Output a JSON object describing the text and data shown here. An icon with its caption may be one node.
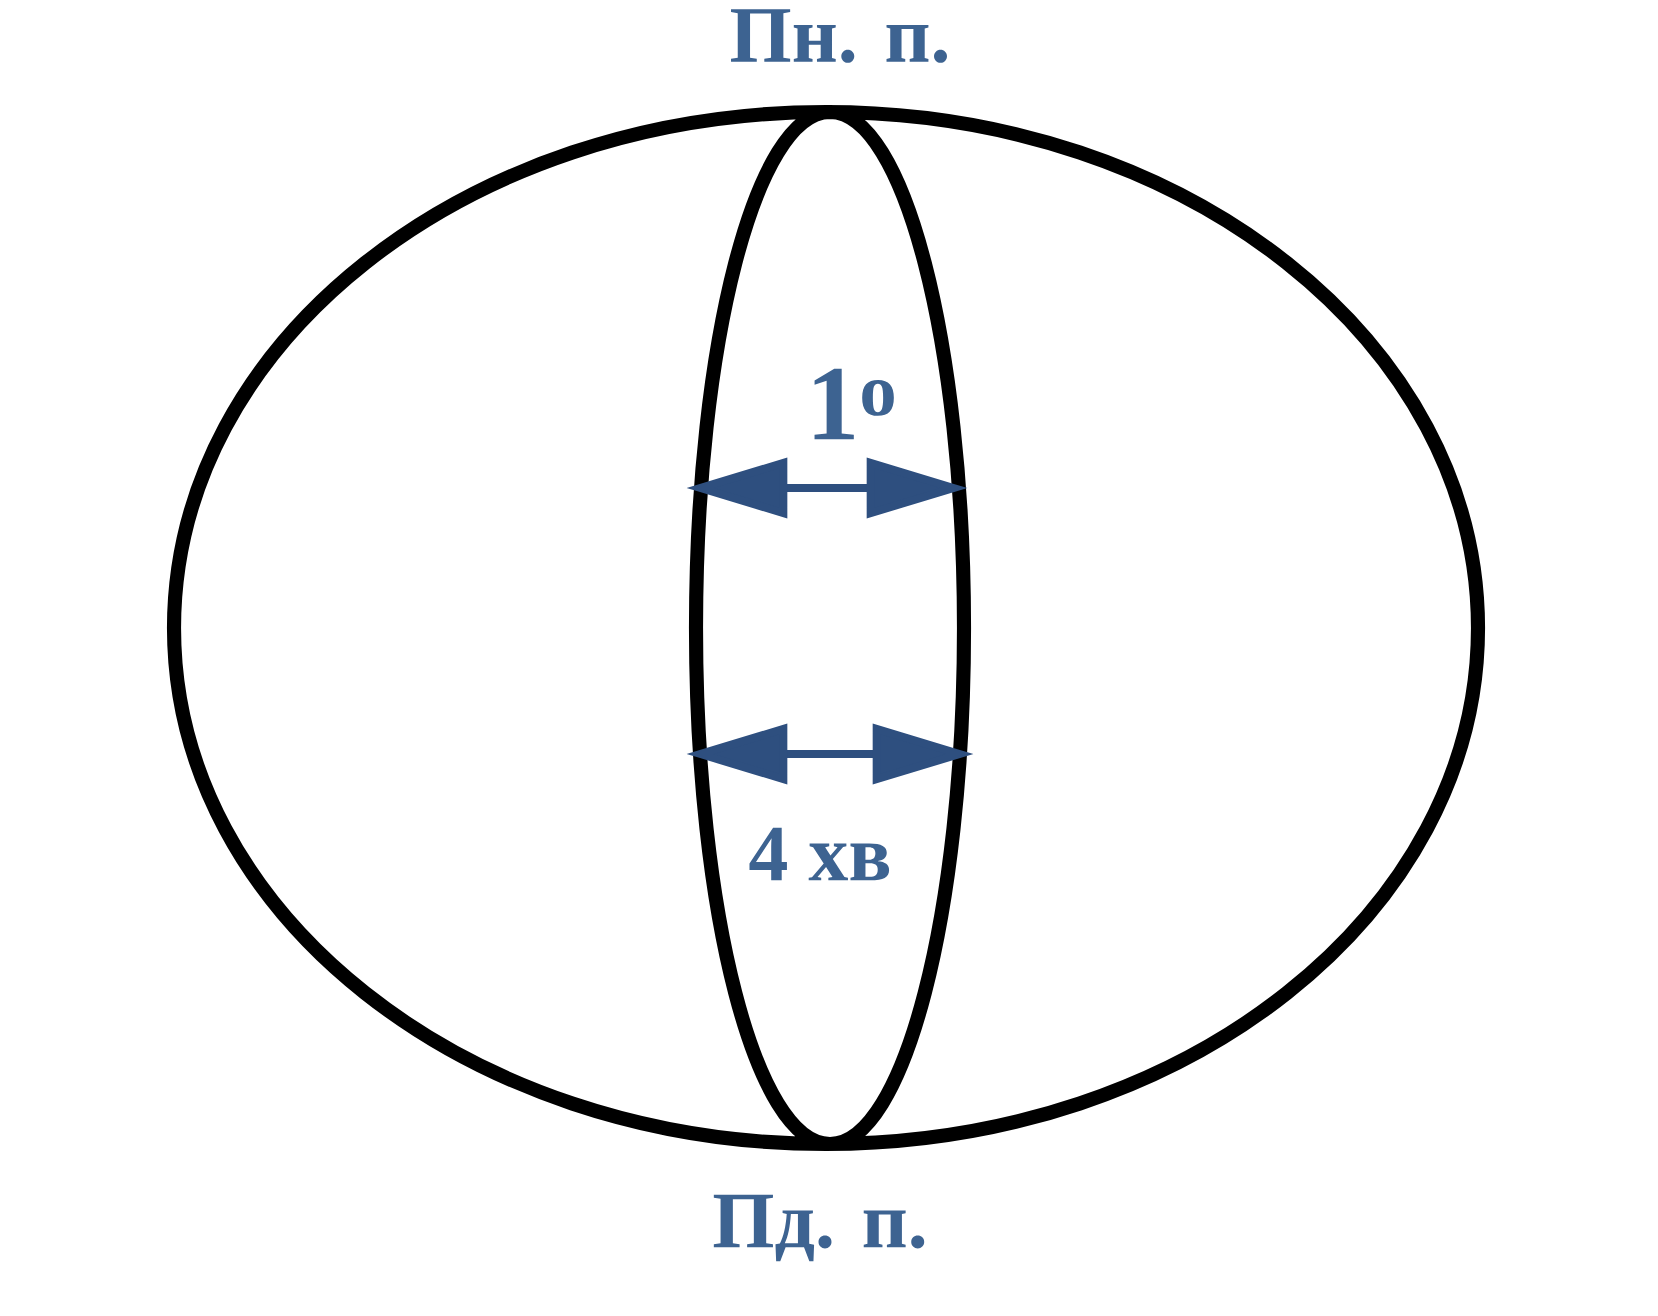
{
  "diagram": {
    "labels": [
      "Пн. п.",
      "1$^{o}$",
      "4 хв",
      "Пд. п."
    ]
  }
}
